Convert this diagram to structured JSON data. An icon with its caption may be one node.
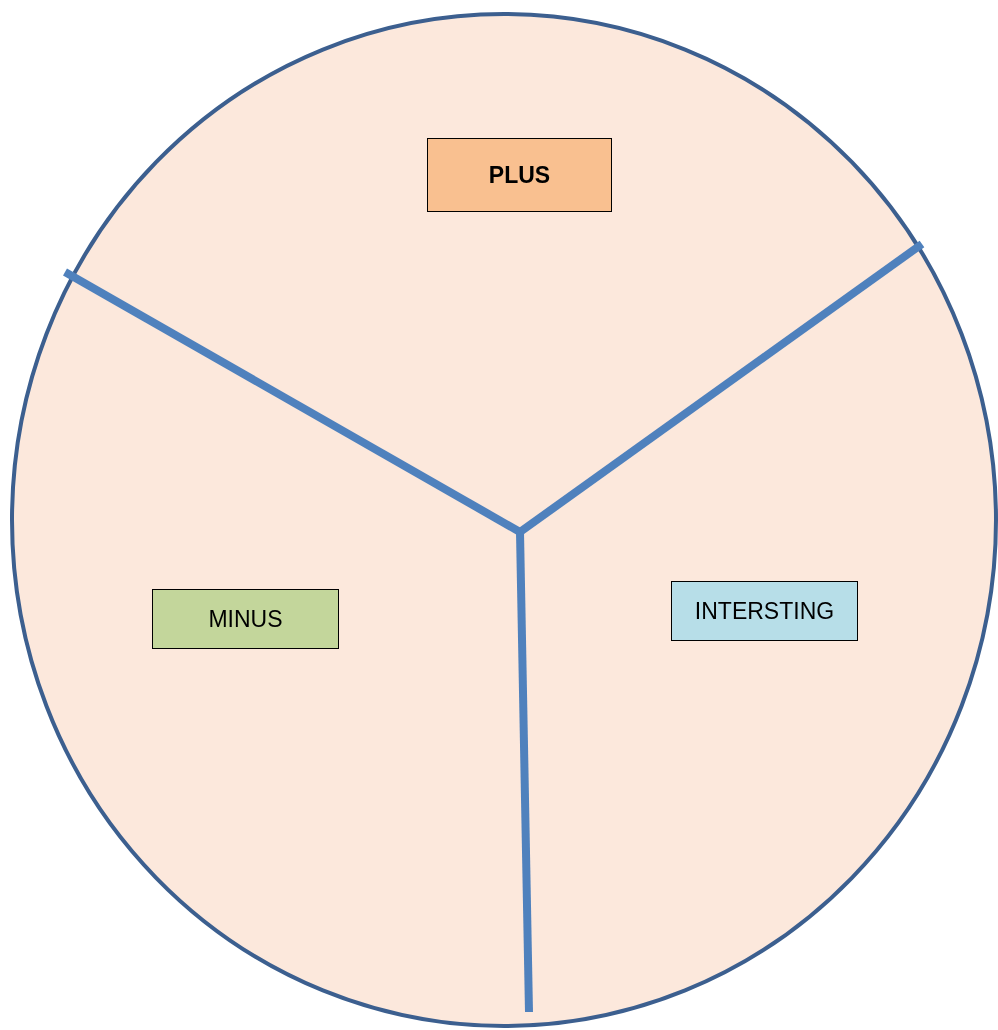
{
  "diagram": {
    "nodes": [
      {
        "text": [],
        "shape": "circle"
      },
      {
        "text": [
          "PLUS"
        ],
        "in": 0
      },
      {
        "text": [
          "MINUS"
        ],
        "in": 0
      },
      {
        "text": [
          "INTERSTING"
        ],
        "in": 0
      }
    ]
  }
}
